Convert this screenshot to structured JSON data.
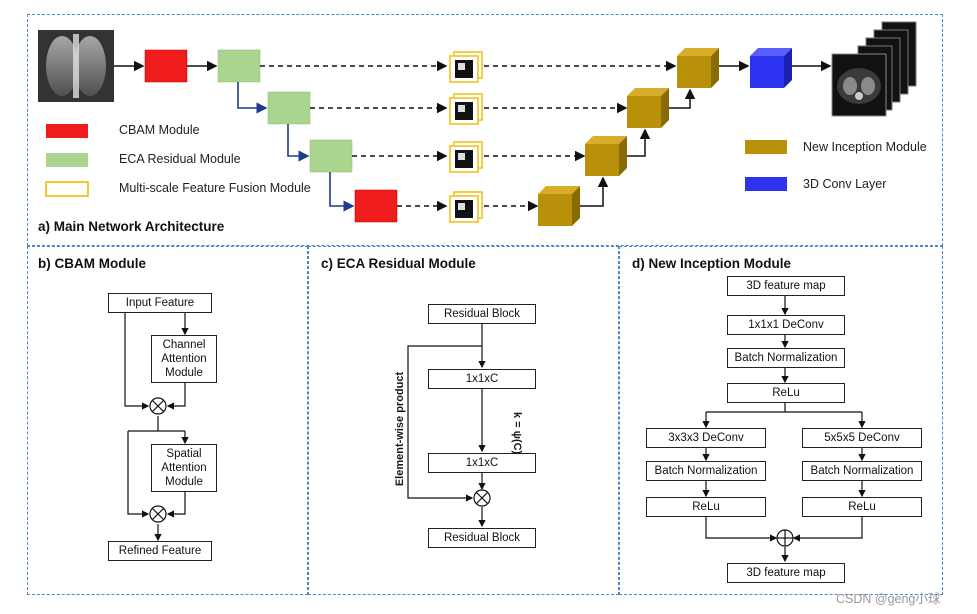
{
  "main": {
    "title": "a) Main Network Architecture",
    "legend": {
      "cbam": "CBAM Module",
      "eca": "ECA Residual Module",
      "msff": "Multi-scale Feature Fusion Module",
      "inception": "New Inception Module",
      "conv3d": "3D Conv Layer"
    },
    "colors": {
      "cbam": "#ee1c1c",
      "eca": "#a9d58f",
      "msff_border": "#f2c21b",
      "inception": "#b8900a",
      "conv3d": "#2b33f0",
      "panel_border": "#4f86c6",
      "arrow_blue": "#1f3c8c"
    }
  },
  "cbam": {
    "title": "b) CBAM Module",
    "input": "Input Feature",
    "channel": "Channel Attention Module",
    "spatial": "Spatial Attention Module",
    "output": "Refined Feature",
    "multiply_symbol": "⊗"
  },
  "eca": {
    "title": "c) ECA Residual Module",
    "top": "Residual Block",
    "conv1": "1x1xC",
    "kernel_label": "k = ψ(C)",
    "conv2": "1x1xC",
    "bottom": "Residual Block",
    "side_label": "Element-wise product",
    "multiply_symbol": "⊗"
  },
  "inception": {
    "title": "d) New Inception Module",
    "input": "3D feature map",
    "deconv1": "1x1x1 DeConv",
    "bn1": "Batch Normalization",
    "relu1": "ReLu",
    "left_deconv": "3x3x3 DeConv",
    "left_bn": "Batch Normalization",
    "left_relu": "ReLu",
    "right_deconv": "5x5x5 DeConv",
    "right_bn": "Batch Normalization",
    "right_relu": "ReLu",
    "add_symbol": "⊕",
    "output": "3D feature map"
  },
  "watermark": "CSDN @geng小球"
}
